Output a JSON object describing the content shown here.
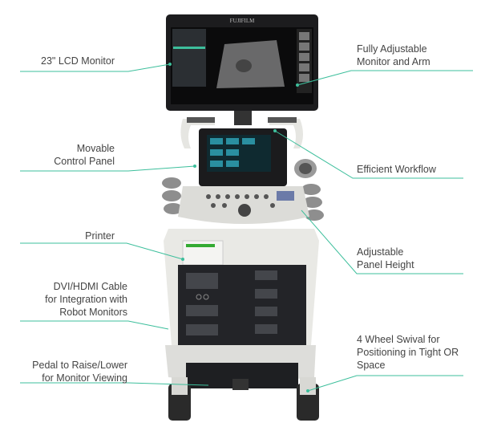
{
  "brand": "FUJIFILM",
  "accent_color": "#3dbf9c",
  "callouts": {
    "lcd_monitor": [
      "23\" LCD Monitor"
    ],
    "control_panel": [
      "Movable",
      "Control Panel"
    ],
    "printer": [
      "Printer"
    ],
    "dvi_hdmi": [
      "DVI/HDMI Cable",
      "for Integration with",
      "Robot Monitors"
    ],
    "pedal": [
      "Pedal to Raise/Lower",
      "for Monitor Viewing"
    ],
    "monitor_arm": [
      "Fully Adjustable",
      "Monitor and Arm"
    ],
    "workflow": [
      "Efficient Workflow"
    ],
    "panel_height": [
      "Adjustable",
      "Panel Height"
    ],
    "wheels": [
      "4 Wheel Swival for",
      "Positioning in Tight OR",
      "Space"
    ]
  }
}
